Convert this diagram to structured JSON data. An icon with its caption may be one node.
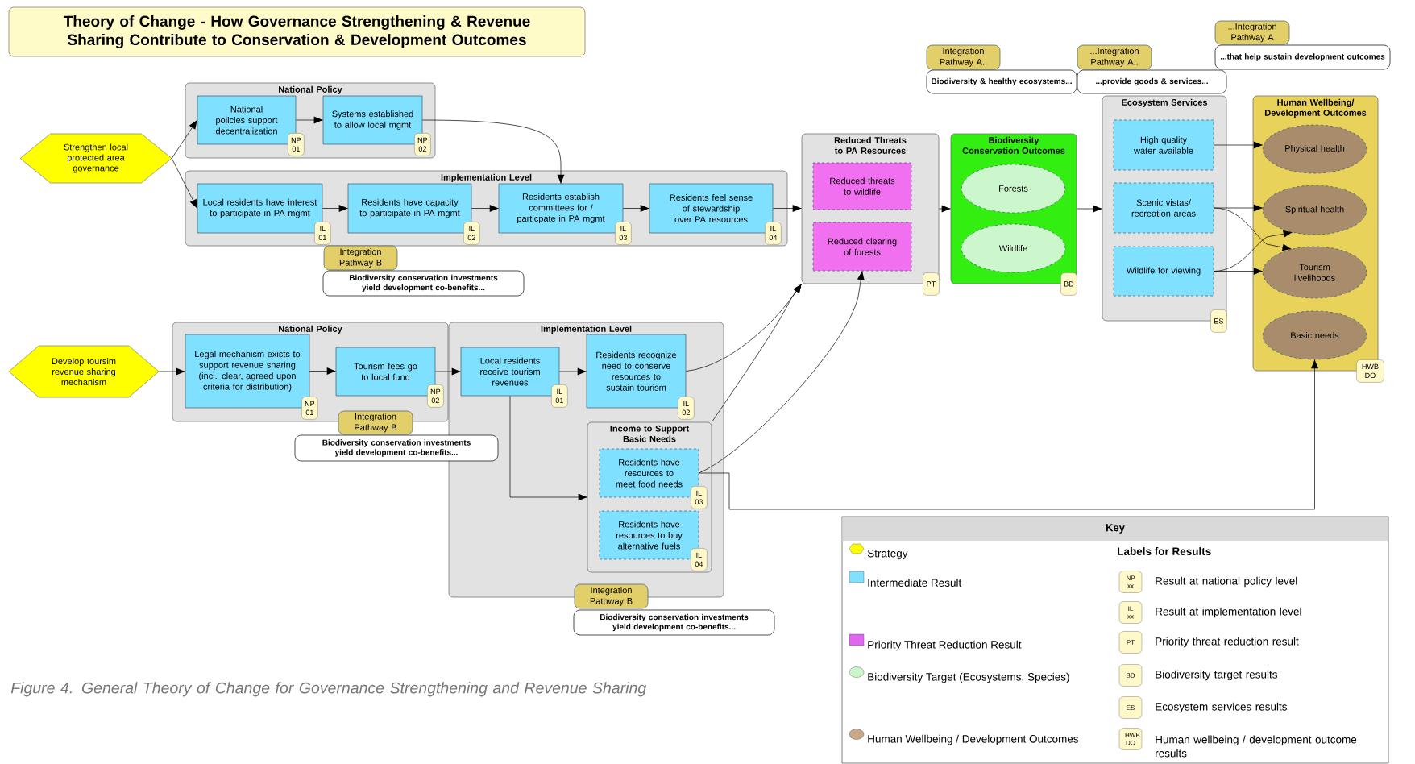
{
  "diagram": {
    "title": "Theory of Change - How Governance Strengthening & Revenue Sharing Contribute to Conservation & Development Outcomes",
    "caption": "Figure 4. General Theory of Change for Governance Strengthening and Revenue Sharing",
    "nodes": [
      {
        "text": [
          "Strengthen local protected area governance"
        ]
      },
      {
        "text": [
          "National Policy"
        ]
      },
      {
        "text": [
          "National policies support decentralization"
        ],
        "in": 1,
        "beside": [
          "NP 01"
        ]
      },
      {
        "text": [
          "Systems established to allow local mgmt"
        ],
        "in": 1,
        "beside": [
          "NP 02"
        ]
      },
      {
        "text": [
          "Implementation Level"
        ]
      },
      {
        "text": [
          "Local residents have interest to participate in PA mgmt"
        ],
        "in": 4,
        "beside": [
          "IL 01"
        ]
      },
      {
        "text": [
          "Residents have capacity to participate in PA mgmt"
        ],
        "in": 4,
        "beside": [
          "IL 02"
        ]
      },
      {
        "text": [
          "Residents establish committees for / particpate in PA mgmt"
        ],
        "in": 4,
        "beside": [
          "IL 03"
        ]
      },
      {
        "text": [
          "Residents feel sense of stewardship over PA resources"
        ],
        "in": 4,
        "beside": [
          "IL 04"
        ]
      },
      {
        "text": [
          "Integration Pathway B"
        ]
      },
      {
        "text": [
          "Biodiversity conservation investments yield development co-benefits..."
        ]
      },
      {
        "text": [
          "Develop toursim revenue sharing mechanism"
        ]
      },
      {
        "text": [
          "National Policy"
        ]
      },
      {
        "text": [
          "Legal mechanism exists to support revenue sharing (incl. clear, agreed upon criteria for distribution)"
        ],
        "in": 12,
        "beside": [
          "NP 01"
        ]
      },
      {
        "text": [
          "Tourism fees go to local fund"
        ],
        "in": 12,
        "beside": [
          "NP 02"
        ]
      },
      {
        "text": [
          "Integration Pathway B"
        ]
      },
      {
        "text": [
          "Biodiversity conservation investments yield development co-benefits..."
        ]
      },
      {
        "text": [
          "Implementation Level"
        ]
      },
      {
        "text": [
          "Local residents receive tourism revenues"
        ],
        "in": 17,
        "beside": [
          "IL 01"
        ]
      },
      {
        "text": [
          "Residents recognize need to conserve resources to sustain tourism"
        ],
        "in": 17,
        "beside": [
          "IL 02"
        ]
      },
      {
        "text": [
          "Income to Support Basic Needs"
        ],
        "in": 17
      },
      {
        "text": [
          "Residents have resources to meet food needs"
        ],
        "in": 20,
        "beside": [
          "IL 03"
        ]
      },
      {
        "text": [
          "Residents have resources to buy alternative fuels"
        ],
        "in": 20,
        "beside": [
          "IL 04"
        ]
      },
      {
        "text": [
          "Integration Pathway B"
        ]
      },
      {
        "text": [
          "Biodiversity conservation investments yield development co-benefits..."
        ]
      },
      {
        "text": [
          "Reduced Threats to PA Resources"
        ],
        "beside": [
          "PT"
        ]
      },
      {
        "text": [
          "Reduced threats to wildlife"
        ],
        "in": 25
      },
      {
        "text": [
          "Reduced clearing of forests"
        ],
        "in": 25
      },
      {
        "text": [
          "Biodiversity Conservation Outcomes"
        ],
        "beside": [
          "BD"
        ]
      },
      {
        "text": [
          "Forests"
        ],
        "in": 28
      },
      {
        "text": [
          "Wildlife"
        ],
        "in": 28
      },
      {
        "text": [
          "Integration Pathway A.."
        ]
      },
      {
        "text": [
          "Biodiversity & healthy ecosystems..."
        ]
      },
      {
        "text": [
          "...Integration Pathway A.."
        ]
      },
      {
        "text": [
          "...provide goods & services..."
        ]
      },
      {
        "text": [
          "...Integration Pathway A"
        ]
      },
      {
        "text": [
          "...that help sustain development outcomes"
        ]
      },
      {
        "text": [
          "Ecosystem Services"
        ],
        "beside": [
          "ES"
        ]
      },
      {
        "text": [
          "High quality water available"
        ],
        "in": 37
      },
      {
        "text": [
          "Scenic vistas/ recreation areas"
        ],
        "in": 37
      },
      {
        "text": [
          "Wildlife for viewing"
        ],
        "in": 37
      },
      {
        "text": [
          "Human Wellbeing/ Development Outcomes"
        ],
        "beside": [
          "HWB DO"
        ]
      },
      {
        "text": [
          "Physical health"
        ],
        "in": 41
      },
      {
        "text": [
          "Spiritual health"
        ],
        "in": 41
      },
      {
        "text": [
          "Tourism livelihoods"
        ],
        "in": 41
      },
      {
        "text": [
          "Basic needs"
        ],
        "in": 41
      }
    ],
    "edges": [
      {
        "from": 0,
        "to": 2,
        "arrow": "to"
      },
      {
        "from": 0,
        "to": 5,
        "arrow": "to"
      },
      {
        "from": 2,
        "to": 3,
        "arrow": "to"
      },
      {
        "from": 3,
        "to": 7,
        "arrow": "to"
      },
      {
        "from": 5,
        "to": 6,
        "arrow": "to"
      },
      {
        "from": 6,
        "to": 7,
        "arrow": "to"
      },
      {
        "from": 7,
        "to": 8,
        "arrow": "to"
      },
      {
        "from": 8,
        "to": 25,
        "arrow": "to"
      },
      {
        "from": 25,
        "to": 28,
        "arrow": "to"
      },
      {
        "from": 28,
        "to": 37,
        "arrow": "to"
      },
      {
        "from": 38,
        "to": 42,
        "arrow": "to"
      },
      {
        "from": 39,
        "to": 43,
        "arrow": "to"
      },
      {
        "from": 39,
        "to": 44,
        "arrow": "to"
      },
      {
        "from": 40,
        "to": 44,
        "arrow": "to"
      },
      {
        "from": 40,
        "to": 43,
        "arrow": "to"
      },
      {
        "from": 11,
        "to": 13,
        "arrow": "to"
      },
      {
        "from": 13,
        "to": 14,
        "arrow": "to"
      },
      {
        "from": 14,
        "to": 18,
        "arrow": "to"
      },
      {
        "from": 18,
        "to": 19,
        "arrow": "to"
      },
      {
        "from": 18,
        "to": 20,
        "arrow": "to"
      },
      {
        "from": 19,
        "to": 25,
        "arrow": "to"
      },
      {
        "from": 20,
        "to": 25,
        "arrow": "to"
      },
      {
        "from": 21,
        "to": 27,
        "arrow": "to"
      },
      {
        "from": 21,
        "to": 45,
        "arrow": "to"
      }
    ],
    "labels": [
      "Key",
      "Labels for Results",
      "NP xx",
      "Result at national policy level",
      "IL xx",
      "Result at implementation level",
      "PT",
      "Priority threat reduction result",
      "BD",
      "Biodiversity target results",
      "ES",
      "Ecosystem services results",
      "HWB DO",
      "Human wellbeing / development outcome results"
    ],
    "legend": [
      {
        "text": "Strategy",
        "color": "#ffff00"
      },
      {
        "text": "Intermediate Result",
        "color": "#80e0ff"
      },
      {
        "text": "Priority Threat Reduction Result",
        "color": "#e066f0"
      },
      {
        "text": "Biodiversity Target (Ecosystems, Species)",
        "color": "#ccf5cc"
      },
      {
        "text": "Human Wellbeing / Development Outcomes",
        "color": "#c8a888"
      }
    ]
  }
}
